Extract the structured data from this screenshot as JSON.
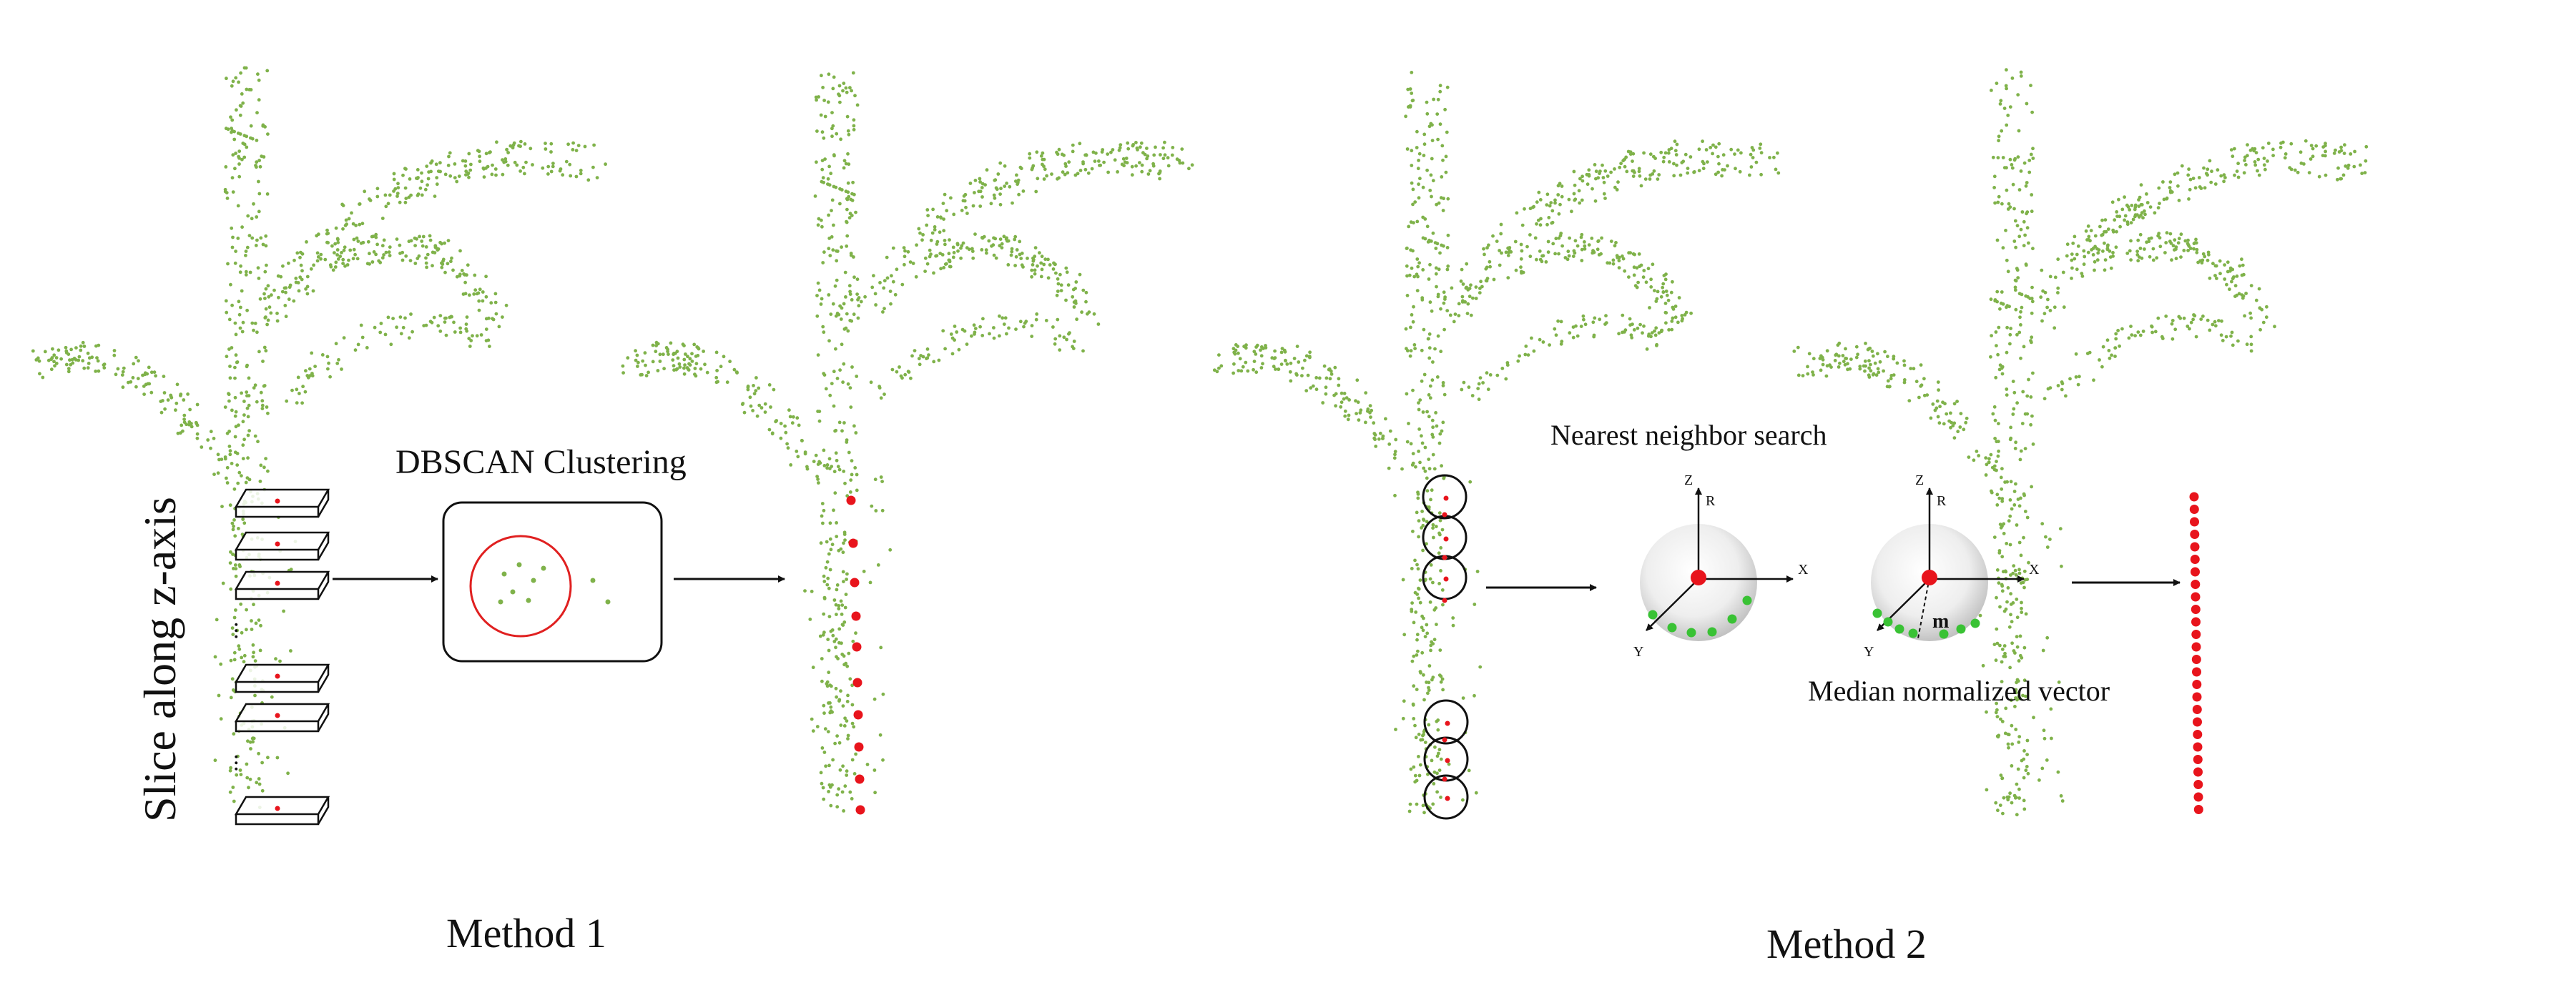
{
  "colors": {
    "point_cloud": "#7fb24a",
    "skeleton_point": "#e8141c",
    "cluster_circle": "#e02020",
    "sphere_point": "#39c234",
    "stroke": "#111111"
  },
  "method1": {
    "caption": "Method 1",
    "slice_label": "Slice along z-axis",
    "clustering_label": "DBSCAN Clustering",
    "ellipsis": "..."
  },
  "method2": {
    "caption": "Method 2",
    "neighbor_label": "Nearest neighbor search",
    "vector_label": "Median normalized vector",
    "axis_z": "Z",
    "axis_r": "R",
    "axis_x": "X",
    "axis_y": "Y",
    "m_label": "m"
  }
}
